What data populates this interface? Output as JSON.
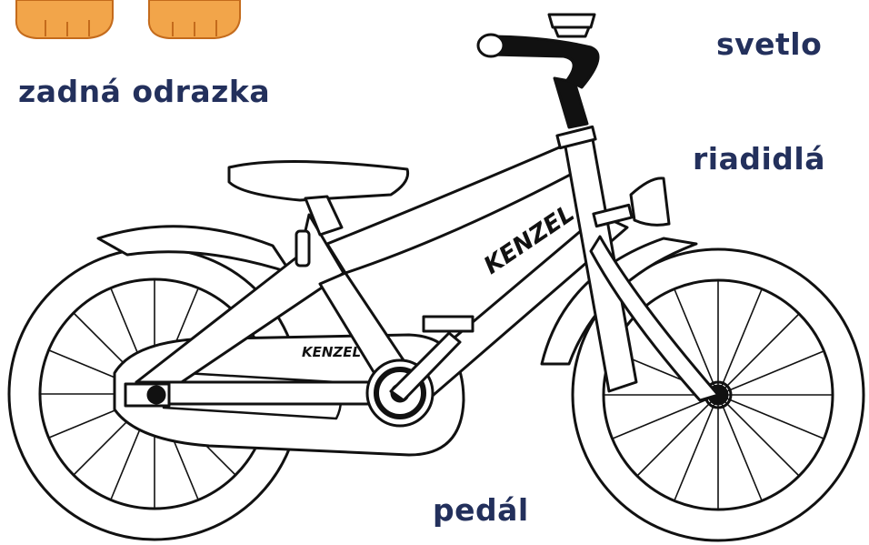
{
  "labels": {
    "svetlo": "svetlo",
    "zadna_odrazka": "zadná odrazka",
    "riadidla": "riadidlá",
    "pedal": "pedál"
  },
  "frame_text": {
    "top_tube_brand": "KENZEL",
    "chain_guard_brand": "KENZEL"
  },
  "colors": {
    "label_text": "#23305c",
    "mascot_feet": "#f2a54a",
    "mascot_feet_outline": "#c46b1c",
    "line_art": "#111111"
  }
}
